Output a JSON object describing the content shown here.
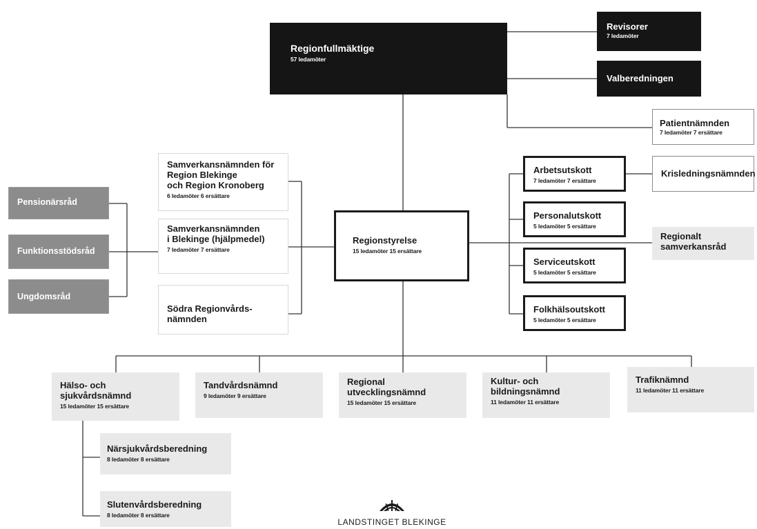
{
  "top": {
    "regionfullmaktige": {
      "title": "Regionfullmäktige",
      "sub": "57 ledamöter"
    },
    "revisorer": {
      "title": "Revisorer",
      "sub": "7 ledamöter"
    },
    "valberedningen": {
      "title": "Valberedningen"
    },
    "patientnamnden": {
      "title": "Patientnämnden",
      "sub": "7 ledamöter 7 ersättare"
    }
  },
  "left_councils": [
    {
      "title": "Pensionärsråd"
    },
    {
      "title": "Funktionsstödsråd"
    },
    {
      "title": "Ungdomsråd"
    }
  ],
  "samverkan": [
    {
      "title": "Samverkansnämnden för\nRegion Blekinge\noch Region Kronoberg",
      "sub": "6 ledamöter 6 ersättare"
    },
    {
      "title": "Samverkansnämnden\ni Blekinge (hjälpmedel)",
      "sub": "7 ledamöter 7 ersättare"
    },
    {
      "title": "Södra Regionvårds-\nnämnden"
    }
  ],
  "center": {
    "title": "Regionstyrelse",
    "sub": "15 ledamöter 15 ersättare"
  },
  "utskott": [
    {
      "title": "Arbetsutskott",
      "sub": "7 ledamöter 7 ersättare"
    },
    {
      "title": "Personalutskott",
      "sub": "5 ledamöter 5 ersättare"
    },
    {
      "title": "Serviceutskott",
      "sub": "5 ledamöter 5 ersättare"
    },
    {
      "title": "Folkhälsoutskott",
      "sub": "5 ledamöter 5 ersättare"
    }
  ],
  "krisledning": {
    "title": "Krisledningsnämnden"
  },
  "regionalt": {
    "title": "Regionalt\nsamverkansråd"
  },
  "namnder": [
    {
      "title": "Hälso- och\nsjukvårdsnämnd",
      "sub": "15 ledamöter 15 ersättare"
    },
    {
      "title": "Tandvårdsnämnd",
      "sub": "9 ledamöter 9 ersättare"
    },
    {
      "title": "Regional\nutvecklingsnämnd",
      "sub": "15 ledamöter 15 ersättare"
    },
    {
      "title": "Kultur- och\nbildningsnämnd",
      "sub": "11 ledamöter 11 ersättare"
    },
    {
      "title": "Trafiknämnd",
      "sub": "11 ledamöter 11 ersättare"
    }
  ],
  "beredningar": [
    {
      "title": "Närsjukvårdsberedning",
      "sub": "8 ledamöter 8 ersättare"
    },
    {
      "title": "Slutenvårdsberedning",
      "sub": "8 ledamöter 8 ersättare"
    }
  ],
  "logo": {
    "text": "LANDSTINGET BLEKINGE"
  },
  "colors": {
    "black_box": "#151515",
    "gray_box": "#8c8c8c",
    "line": "#333333",
    "dotted_fill": "#e9e9e9"
  }
}
